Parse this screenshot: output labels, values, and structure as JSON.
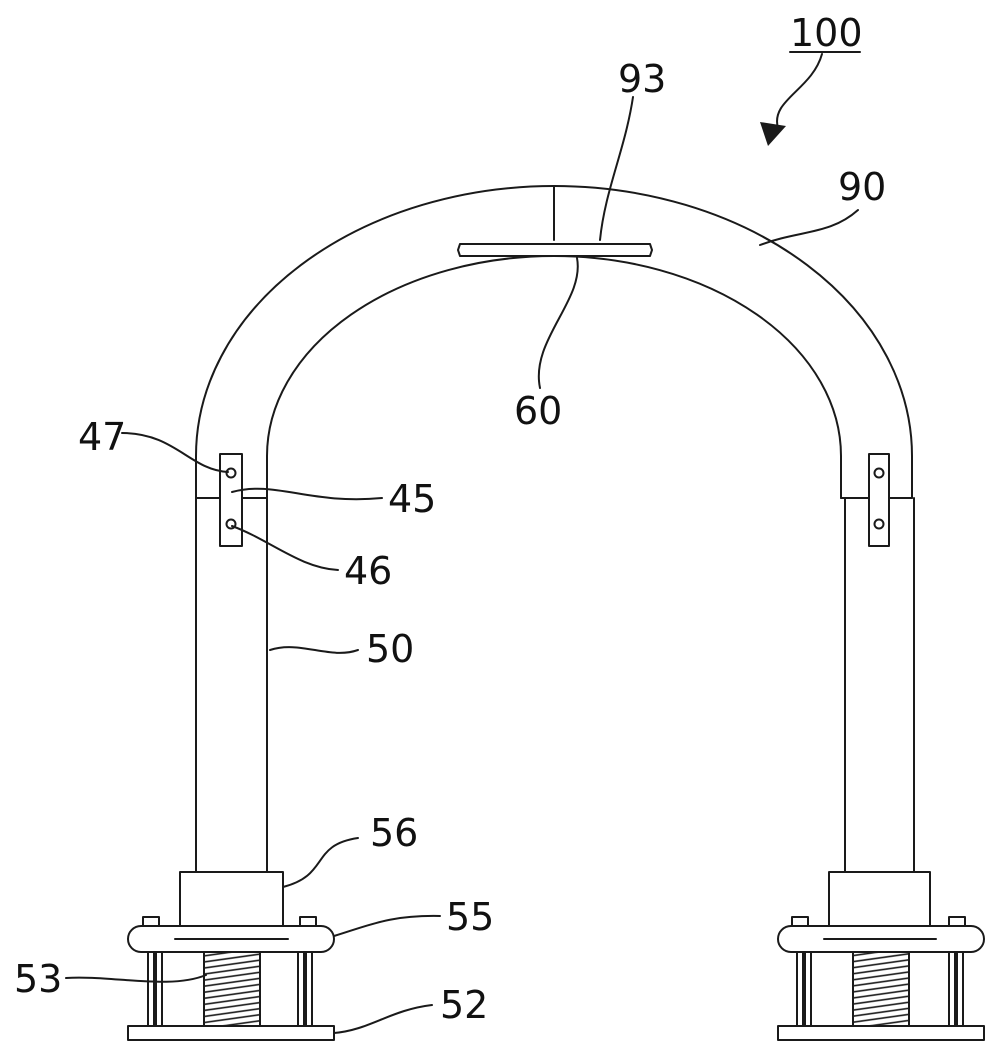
{
  "figure_ref": "100",
  "labels": {
    "arch": "90",
    "arch_plate": "93",
    "lamp": "60",
    "pin_upper": "47",
    "joint_bracket": "45",
    "pin_lower": "46",
    "post": "50",
    "post_base": "56",
    "clamp_plate": "55",
    "screw": "53",
    "base_plate": "52"
  }
}
